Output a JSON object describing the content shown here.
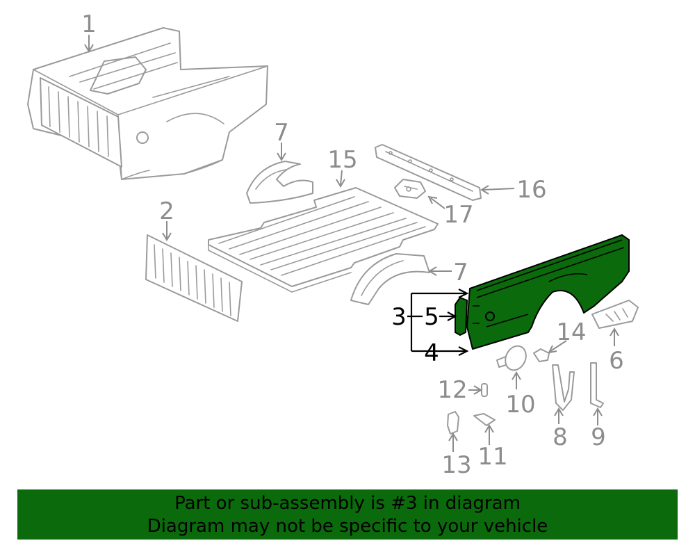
{
  "callouts": {
    "c1": "1",
    "c2": "2",
    "c3": "3",
    "c4": "4",
    "c5": "5",
    "c6": "6",
    "c7a": "7",
    "c7b": "7",
    "c8": "8",
    "c9": "9",
    "c10": "10",
    "c11": "11",
    "c12": "12",
    "c13": "13",
    "c14": "14",
    "c15": "15",
    "c16": "16",
    "c17": "17"
  },
  "banner": {
    "line1": "Part or sub-assembly is #3 in diagram",
    "line2": "Diagram may not be specific to your vehicle"
  },
  "colors": {
    "highlight": "#0b6a0b",
    "part_outline": "#9a9a9a",
    "callout_gray": "#8c8c8c"
  }
}
